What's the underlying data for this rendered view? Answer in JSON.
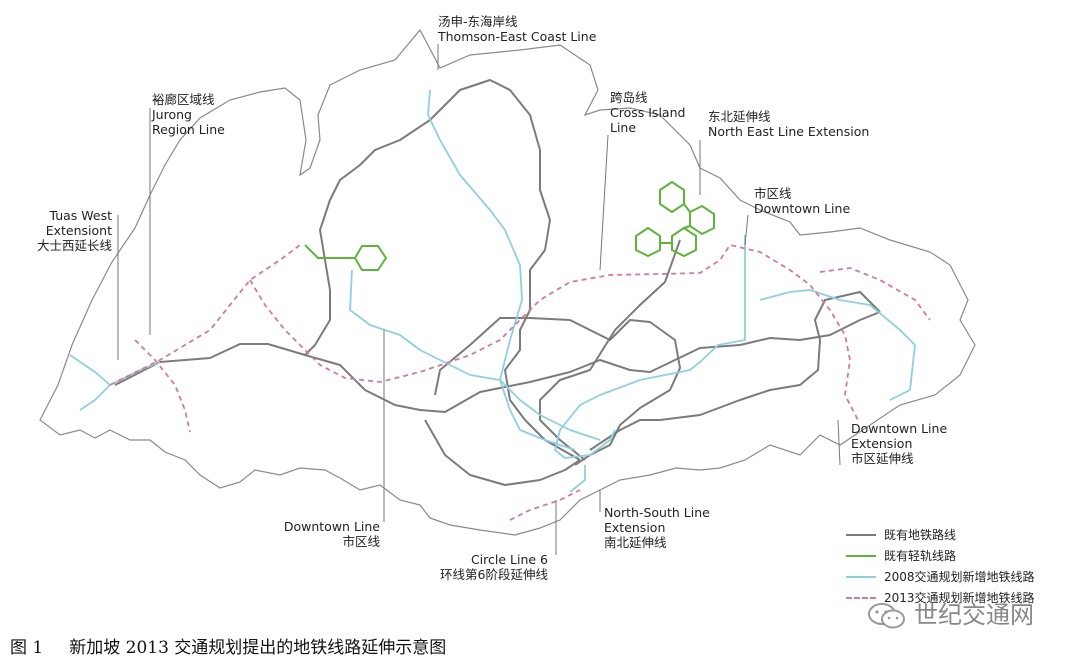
{
  "colors": {
    "existing_mrt": "#7b7b7b",
    "existing_lrt": "#5fb33a",
    "plan_2008": "#8fcfe0",
    "plan_2013": "#d07aa0",
    "coast": "#8a8a8a"
  },
  "labels": {
    "thomson": [
      "汤申-东海岸线",
      "Thomson-East Coast Line"
    ],
    "jurong": [
      "裕廊区域线",
      "Jurong",
      "Region Line"
    ],
    "cross_island": [
      "跨岛线",
      "Cross Island",
      "Line"
    ],
    "ne_ext": [
      "东北延伸线",
      "North East Line Extension"
    ],
    "downtown_top": [
      "市区线",
      "Downtown Line"
    ],
    "tuas": [
      "Tuas West",
      "Extensiont",
      "大士西延长线"
    ],
    "dt_ext": [
      "Downtown Line",
      "Extension",
      "市区延伸线"
    ],
    "dt_bottom": [
      "Downtown Line",
      "市区线"
    ],
    "ns_ext": [
      "North-South Line",
      "Extension",
      "南北延伸线"
    ],
    "circle6": [
      "Circle Line 6",
      "环线第6阶段延伸线"
    ]
  },
  "legend": [
    {
      "label": "既有地铁路线",
      "style": "existing_mrt"
    },
    {
      "label": "既有轻轨线路",
      "style": "existing_lrt"
    },
    {
      "label": "2008交通规划新增地铁线路",
      "style": "plan_2008"
    },
    {
      "label": "2013交通规划新增地铁线路",
      "style": "plan_2013"
    }
  ],
  "watermark": {
    "text": "世纪交通网",
    "icon": "wechat-icon"
  },
  "caption": {
    "number": "图 1",
    "text": "新加坡 2013 交通规划提出的地铁线路延伸示意图"
  }
}
